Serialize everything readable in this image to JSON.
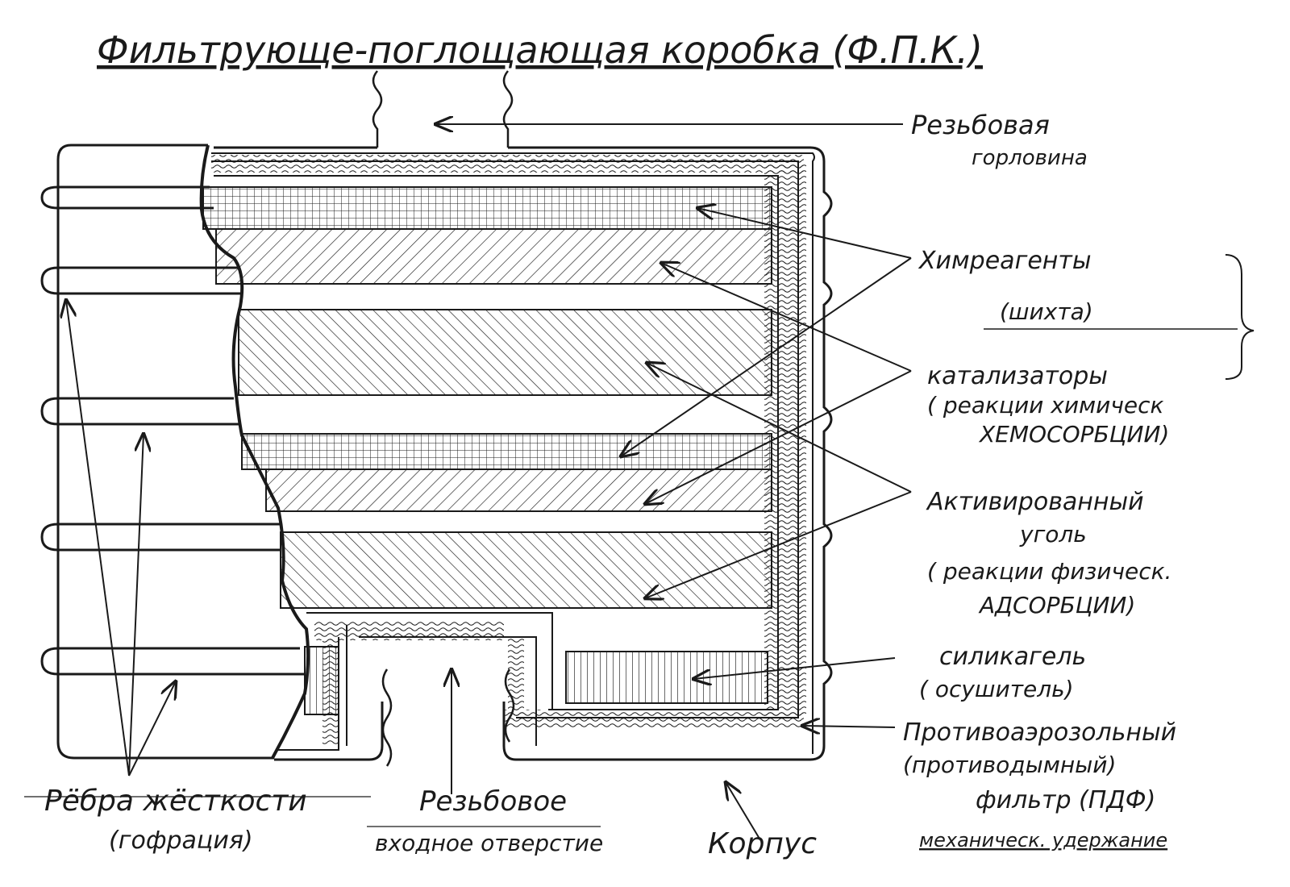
{
  "title": "Фильтрующе-поглощающая коробка (Ф.П.К.)",
  "labels": {
    "neck_line1": "Резьбовая",
    "neck_line2": "горловина",
    "chem_line1": "Химреагенты",
    "chem_line2": "(шихта)",
    "cat_line1": "катализаторы",
    "cat_line2": "( реакции химическ",
    "cat_line3": "ХЕМОСОРБЦИИ)",
    "coal_line1": "Активированный",
    "coal_line2": "уголь",
    "coal_line3": "( реакции физическ.",
    "coal_line4": "АДСОРБЦИИ)",
    "silica_line1": "силикагель",
    "silica_line2": "( осушитель)",
    "pdf_line1": "Противоаэрозольный",
    "pdf_line2": "(противодымный)",
    "pdf_line3": "фильтр (ПДФ)",
    "pdf_line4": "механическ. удержание",
    "ribs_line1": "Рёбра жёсткости",
    "ribs_line2": "(гофрация)",
    "inlet_line1": "Резьбовое",
    "inlet_line2": "входное отверстие",
    "body": "Корпус"
  },
  "colors": {
    "ink": "#1a1a1a",
    "paper": "#ffffff"
  }
}
